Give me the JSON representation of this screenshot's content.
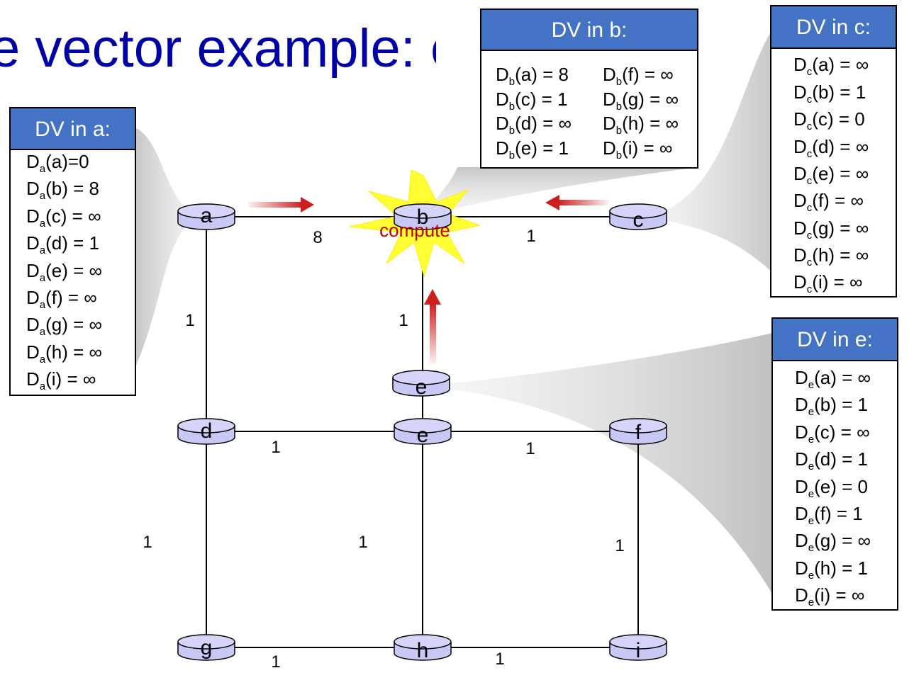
{
  "slide": {
    "title": "e vector example: c"
  },
  "graph": {
    "compute_label": "compute",
    "nodes": [
      {
        "id": "a",
        "label": "a"
      },
      {
        "id": "b",
        "label": "b"
      },
      {
        "id": "c",
        "label": "c"
      },
      {
        "id": "e_top",
        "label": "e"
      },
      {
        "id": "d",
        "label": "d"
      },
      {
        "id": "e",
        "label": "e"
      },
      {
        "id": "f",
        "label": "f"
      },
      {
        "id": "g",
        "label": "g"
      },
      {
        "id": "h",
        "label": "h"
      },
      {
        "id": "i",
        "label": "i"
      }
    ],
    "links": [
      {
        "from": "a",
        "to": "b",
        "cost": "8"
      },
      {
        "from": "b",
        "to": "c",
        "cost": "1"
      },
      {
        "from": "a",
        "to": "d",
        "cost": "1"
      },
      {
        "from": "b",
        "to": "e",
        "cost": "1"
      },
      {
        "from": "d",
        "to": "e",
        "cost": "1"
      },
      {
        "from": "e",
        "to": "f",
        "cost": "1"
      },
      {
        "from": "d",
        "to": "g",
        "cost": "1"
      },
      {
        "from": "e",
        "to": "h",
        "cost": "1"
      },
      {
        "from": "f",
        "to": "i",
        "cost": "1"
      },
      {
        "from": "g",
        "to": "h",
        "cost": "1"
      },
      {
        "from": "h",
        "to": "i",
        "cost": "1"
      }
    ]
  },
  "dv_tables": [
    {
      "id": "a",
      "header": "DV in a:",
      "entries": [
        {
          "base": "D",
          "sub": "a",
          "rest": "(a)=0"
        },
        {
          "base": "D",
          "sub": "a",
          "rest": "(b) = 8"
        },
        {
          "base": "D",
          "sub": "a",
          "rest": "(c) = ∞"
        },
        {
          "base": "D",
          "sub": "a",
          "rest": "(d) = 1"
        },
        {
          "base": "D",
          "sub": "a",
          "rest": "(e) = ∞"
        },
        {
          "base": "D",
          "sub": "a",
          "rest": "(f) = ∞"
        },
        {
          "base": "D",
          "sub": "a",
          "rest": "(g) = ∞"
        },
        {
          "base": "D",
          "sub": "a",
          "rest": "(h) = ∞"
        },
        {
          "base": "D",
          "sub": "a",
          "rest": "(i) = ∞"
        }
      ]
    },
    {
      "id": "b",
      "header": "DV in b:",
      "entries": [
        {
          "base": "D",
          "sub": "b",
          "rest": "(a) = 8"
        },
        {
          "base": "D",
          "sub": "b",
          "rest": "(c) = 1"
        },
        {
          "base": "D",
          "sub": "b",
          "rest": "(d) = ∞"
        },
        {
          "base": "D",
          "sub": "b",
          "rest": "(e) = 1"
        },
        {
          "base": "D",
          "sub": "b",
          "rest": "(f) = ∞"
        },
        {
          "base": "D",
          "sub": "b",
          "rest": "(g) = ∞"
        },
        {
          "base": "D",
          "sub": "b",
          "rest": "(h) = ∞"
        },
        {
          "base": "D",
          "sub": "b",
          "rest": "(i) = ∞"
        }
      ]
    },
    {
      "id": "c",
      "header": "DV in c:",
      "entries": [
        {
          "base": "D",
          "sub": "c",
          "rest": "(a) = ∞"
        },
        {
          "base": "D",
          "sub": "c",
          "rest": "(b) = 1"
        },
        {
          "base": "D",
          "sub": "c",
          "rest": "(c) = 0"
        },
        {
          "base": "D",
          "sub": "c",
          "rest": "(d) = ∞"
        },
        {
          "base": "D",
          "sub": "c",
          "rest": "(e) = ∞"
        },
        {
          "base": "D",
          "sub": "c",
          "rest": "(f) = ∞"
        },
        {
          "base": "D",
          "sub": "c",
          "rest": "(g) = ∞"
        },
        {
          "base": "D",
          "sub": "c",
          "rest": "(h) = ∞"
        },
        {
          "base": "D",
          "sub": "c",
          "rest": "(i) = ∞"
        }
      ]
    },
    {
      "id": "e",
      "header": "DV in e:",
      "entries": [
        {
          "base": "D",
          "sub": "e",
          "rest": "(a) = ∞"
        },
        {
          "base": "D",
          "sub": "e",
          "rest": "(b) = 1"
        },
        {
          "base": "D",
          "sub": "e",
          "rest": "(c) = ∞"
        },
        {
          "base": "D",
          "sub": "e",
          "rest": "(d) = 1"
        },
        {
          "base": "D",
          "sub": "e",
          "rest": "(e) = 0"
        },
        {
          "base": "D",
          "sub": "e",
          "rest": "(f) = 1"
        },
        {
          "base": "D",
          "sub": "e",
          "rest": "(g) = ∞"
        },
        {
          "base": "D",
          "sub": "e",
          "rest": "(h) = 1"
        },
        {
          "base": "D",
          "sub": "e",
          "rest": "(i) = ∞"
        }
      ]
    }
  ],
  "colors": {
    "node_fill": "#c8c8f5",
    "header_fill": "#4472c4",
    "title": "#0000a8",
    "arrow": "#cc1f1f",
    "burst": "#ffff33",
    "compute_text": "#c00000"
  }
}
